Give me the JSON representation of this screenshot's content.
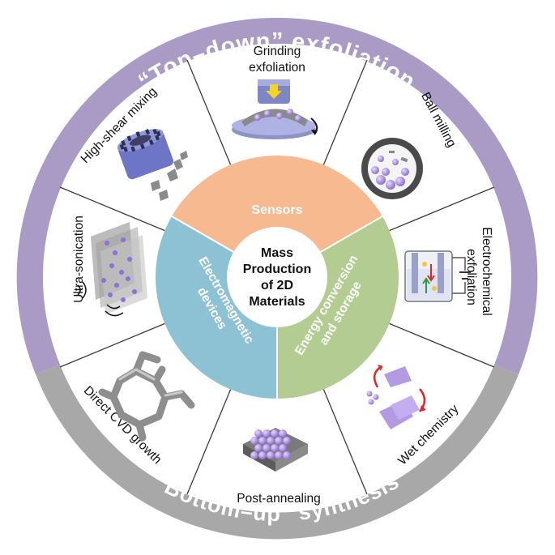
{
  "outer_ring": {
    "top_label": "“Top–down” exfoliation",
    "bottom_label": "“Bottom–up” synthesis",
    "top_color": "#a99bc6",
    "bottom_color": "#a8a8a8"
  },
  "methods": [
    {
      "id": "grinding",
      "lines": [
        "Grinding",
        "exfoliation"
      ]
    },
    {
      "id": "ball-milling",
      "lines": [
        "Ball milling"
      ]
    },
    {
      "id": "electrochemical",
      "lines": [
        "Electrochemical",
        "exfoliation"
      ]
    },
    {
      "id": "wet-chemistry",
      "lines": [
        "Wet chemistry"
      ]
    },
    {
      "id": "post-annealing",
      "lines": [
        "Post-annealing"
      ]
    },
    {
      "id": "cvd",
      "lines": [
        "Direct CVD growth"
      ]
    },
    {
      "id": "ultrasonication",
      "lines": [
        "Ultra-sonication"
      ]
    },
    {
      "id": "high-shear",
      "lines": [
        "High-shear mixing"
      ]
    }
  ],
  "applications": {
    "sensors": {
      "label": "Sensors",
      "color": "#f6b990"
    },
    "energy": {
      "line1": "Energy conversion",
      "line2": "and storage",
      "color": "#b3cc91"
    },
    "electromagnetic": {
      "line1": "Electromagnetic",
      "line2": "devices",
      "color": "#8cc2d3"
    }
  },
  "center": {
    "line1": "Mass",
    "line2": "Production",
    "line3": "of 2D",
    "line4": "Materials"
  },
  "colors": {
    "purple_mat": "#b49ae3",
    "gray_mat": "#8e8e8e",
    "arrow_red": "#e02626"
  }
}
